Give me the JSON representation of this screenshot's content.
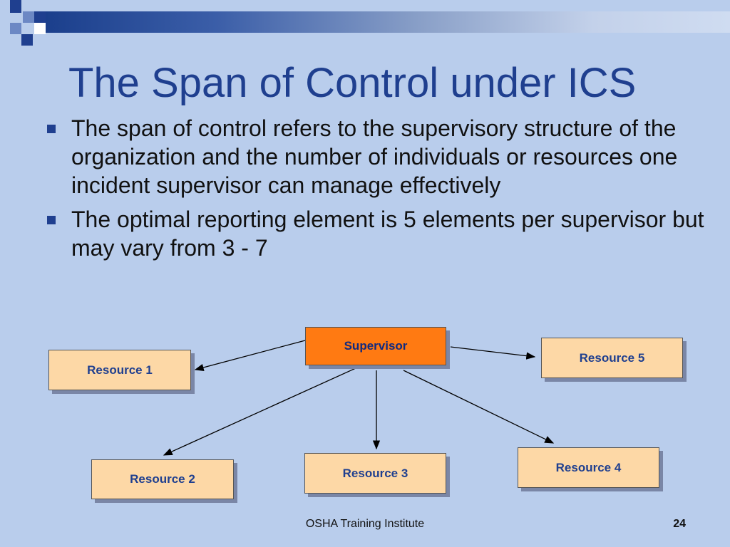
{
  "slide": {
    "title": "The Span of Control under ICS",
    "bullets": [
      "The span of control refers to the supervisory structure of the organization and the number of individuals or resources one incident supervisor can manage effectively",
      "The optimal reporting element is 5 elements per supervisor but may vary from 3 - 7"
    ]
  },
  "diagram": {
    "supervisor": "Supervisor",
    "resources": [
      "Resource 1",
      "Resource 2",
      "Resource 3",
      "Resource 4",
      "Resource 5"
    ]
  },
  "footer": {
    "org": "OSHA Training Institute",
    "page": "24"
  },
  "colors": {
    "background": "#b9cdec",
    "title": "#1f3f8f",
    "supervisor_box": "#ff7a12",
    "resource_box": "#fdd8a6"
  }
}
